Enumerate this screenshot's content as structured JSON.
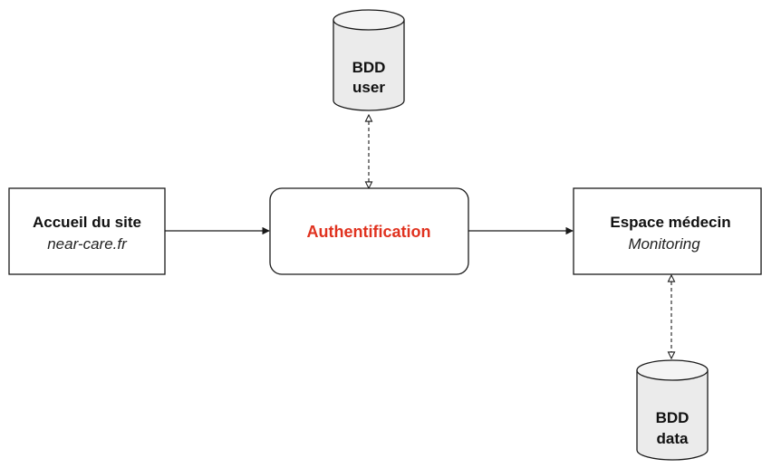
{
  "colors": {
    "accent": "#e0321f",
    "stroke": "#1a1a1a",
    "db_fill": "#ebebeb"
  },
  "nodes": {
    "accueil": {
      "title": "Accueil du site",
      "subtitle": "near-care.fr"
    },
    "auth": {
      "title": "Authentification"
    },
    "espace": {
      "title": "Espace médecin",
      "subtitle": "Monitoring"
    }
  },
  "databases": {
    "user": {
      "line1": "BDD",
      "line2": "user"
    },
    "data": {
      "line1": "BDD",
      "line2": "data"
    }
  },
  "connectors": [
    {
      "from": "accueil",
      "to": "auth",
      "style": "solid",
      "arrow": "forward"
    },
    {
      "from": "auth",
      "to": "espace",
      "style": "solid",
      "arrow": "forward"
    },
    {
      "from": "auth",
      "to": "db-user",
      "style": "dashed",
      "arrow": "both"
    },
    {
      "from": "espace",
      "to": "db-data",
      "style": "dashed",
      "arrow": "both"
    }
  ]
}
